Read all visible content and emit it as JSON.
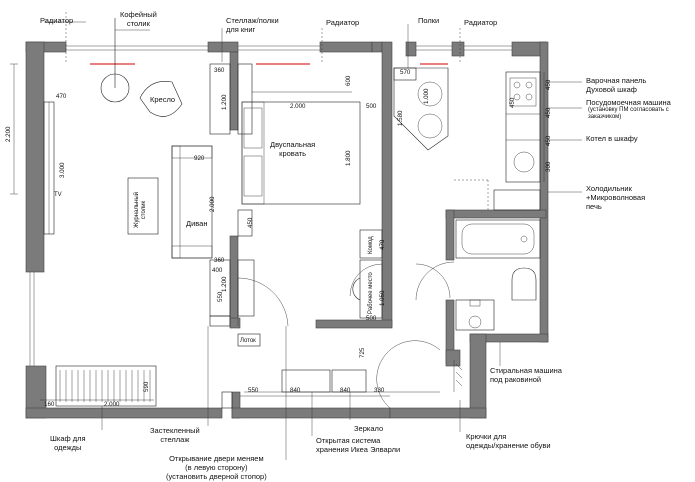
{
  "labels": {
    "radiator": "Радиатор",
    "coffee_table": "Кофейный\nстолик",
    "shelves_books": "Стеллаж/полки\nдля книг",
    "shelves": "Полки",
    "cooktop": "Варочная панель\nДуховой шкаф",
    "dishwasher": "Посудомоечная машина",
    "dishwasher_note": "(установку ПМ согласовать с\nзаказчиком)",
    "boiler": "Котел в шкафу",
    "fridge": "Холодильник\n+Микроволновая\nпечь",
    "washer": "Стиральная машина\nпод раковиной",
    "hooks": "Крючки для\nодежды/хранение обуви",
    "mirror": "Зеркало",
    "open_storage": "Открытая система\nхранения Икеа Элварли",
    "door_note": "Открывание двери меняем\n(в левую сторону)\n(установить дверной стопор)",
    "glazed_rack": "Застекленный\nстеллаж",
    "wardrobe": "Шкаф для\nодежды",
    "armchair": "Кресло",
    "coffee_table_mag": "Журнальный\nстолик",
    "sofa": "Диван",
    "double_bed": "Двуспальная\nкровать",
    "dresser": "Комод",
    "workplace": "Рабочее место",
    "tv": "TV",
    "lotok": "Лоток"
  },
  "dims": {
    "d2200": "2.200",
    "d470a": "470",
    "d3000": "3.000",
    "d920": "920",
    "d2000a": "2.000",
    "d360a": "360",
    "d1200a": "1.200",
    "d360b": "360",
    "d1200b": "1.200",
    "d400": "400",
    "d550a": "550",
    "d2000b": "2.000",
    "d500a": "500",
    "d600": "600",
    "d1800": "1.800",
    "d450": "450",
    "d470b": "470",
    "d1050": "1.050",
    "d500b": "500",
    "d725": "725",
    "d570": "570",
    "d1000": "1.000",
    "d1580": "1.580",
    "d450k1": "450",
    "d450k2": "450",
    "d450k3": "450",
    "d450k4": "450",
    "d300": "300",
    "d160": "160",
    "d2000c": "2.000",
    "d590": "590",
    "d550b": "550",
    "d840a": "840",
    "d840b": "840",
    "d330": "330"
  }
}
